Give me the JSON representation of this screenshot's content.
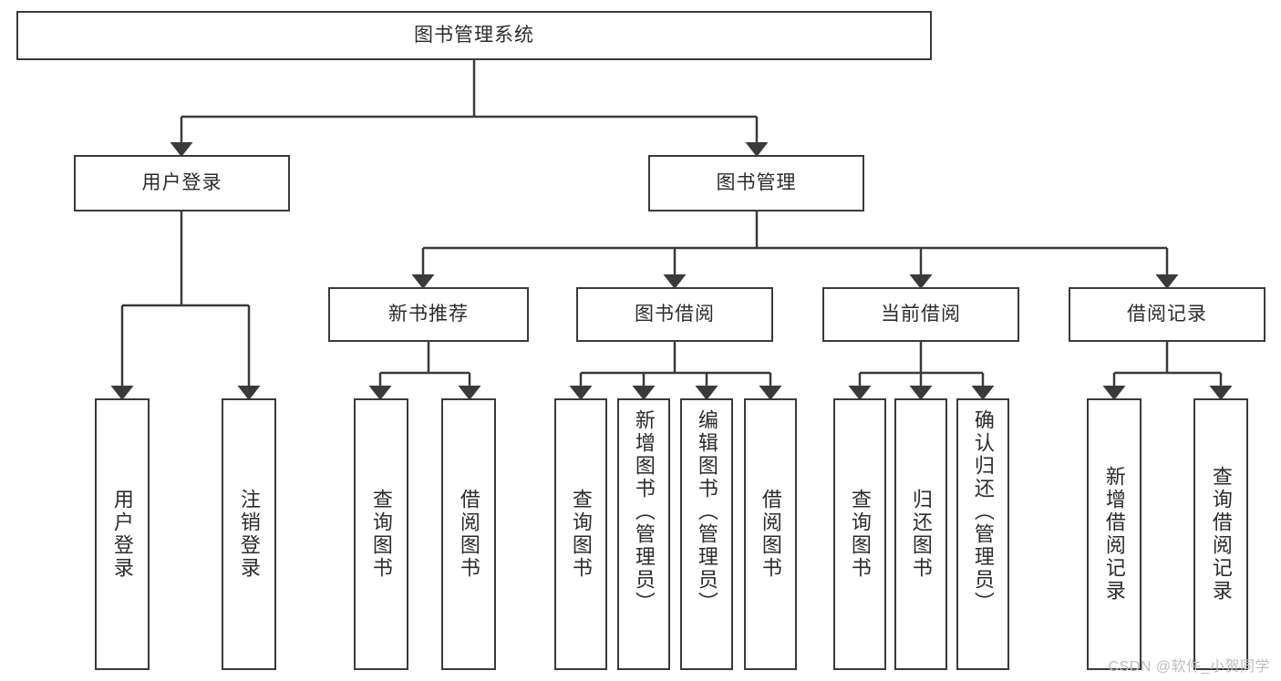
{
  "diagram": {
    "type": "tree",
    "title": "图书管理系统",
    "stroke_color": "#3a3a3a",
    "background_color": "#ffffff",
    "text_color": "#2b2b2b",
    "root": {
      "label": "图书管理系统"
    },
    "level2": [
      {
        "label": "用户登录"
      },
      {
        "label": "图书管理"
      }
    ],
    "level3": [
      {
        "label": "新书推荐"
      },
      {
        "label": "图书借阅"
      },
      {
        "label": "当前借阅"
      },
      {
        "label": "借阅记录"
      }
    ],
    "leaves": {
      "user_login": [
        {
          "label": "用户登录"
        },
        {
          "label": "注销登录"
        }
      ],
      "new_book_recommend": [
        {
          "label": "查询图书"
        },
        {
          "label": "借阅图书"
        }
      ],
      "book_borrow": [
        {
          "label": "查询图书"
        },
        {
          "label": "新增图书（管理员）"
        },
        {
          "label": "编辑图书（管理员）"
        },
        {
          "label": "借阅图书"
        }
      ],
      "current_borrow": [
        {
          "label": "查询图书"
        },
        {
          "label": "归还图书"
        },
        {
          "label": "确认归还（管理员）"
        }
      ],
      "borrow_record": [
        {
          "label": "新增借阅记录"
        },
        {
          "label": "查询借阅记录"
        }
      ]
    }
  },
  "watermark": {
    "text": "CSDN @软件_小贺同学"
  }
}
